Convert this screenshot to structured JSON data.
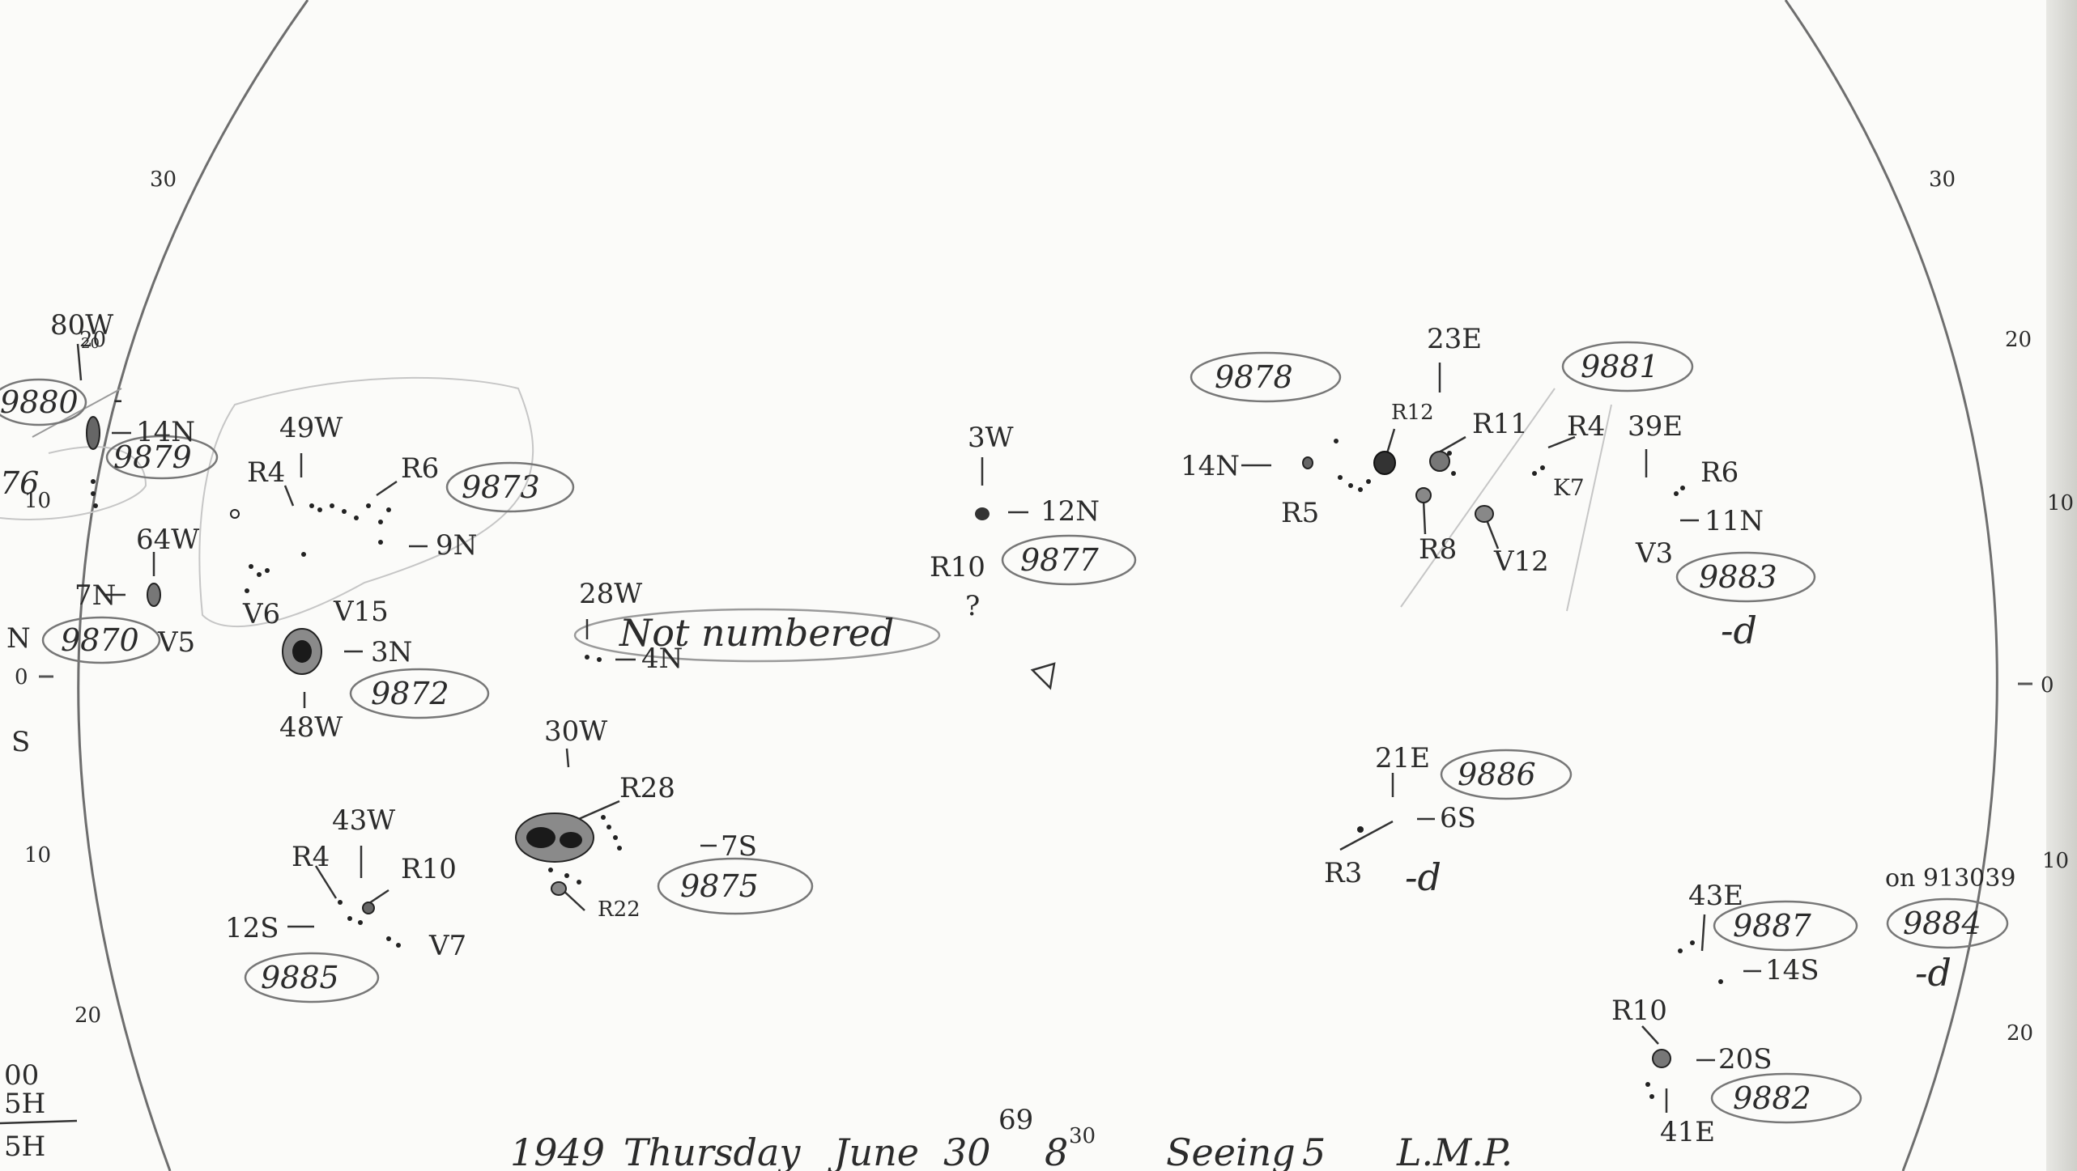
{
  "page": {
    "background": "#fbfbf9",
    "ink": "#2b2b2b",
    "pencil": "#8a8a8a"
  },
  "limb_ticks": {
    "left": [
      "30",
      "20",
      "10",
      "0",
      "10",
      "20"
    ],
    "right": [
      "30",
      "20",
      "10",
      "0",
      "10",
      "20"
    ],
    "hemisphere_left": [
      "N",
      "S"
    ]
  },
  "groups": [
    {
      "number": "9880",
      "labels": [
        "80W",
        "20",
        "-"
      ]
    },
    {
      "number": "9879",
      "labels": [
        "14N"
      ]
    },
    {
      "number": "9873",
      "labels": [
        "49W",
        "R4",
        "R6",
        "9N",
        "V6"
      ]
    },
    {
      "number": "9870",
      "labels": [
        "64W",
        "7N",
        "V5"
      ]
    },
    {
      "number": "9872",
      "labels": [
        "V15",
        "3N",
        "48W"
      ]
    },
    {
      "number": "Not numbered",
      "labels": [
        "28W",
        "4N"
      ]
    },
    {
      "number": "9877",
      "labels": [
        "3W",
        "12N",
        "R10",
        "?"
      ]
    },
    {
      "number": "9875",
      "labels": [
        "30W",
        "R28",
        "7S",
        "R22"
      ]
    },
    {
      "number": "9885",
      "labels": [
        "43W",
        "R4",
        "R10",
        "12S",
        "V7"
      ]
    },
    {
      "number": "9878",
      "labels": [
        "14N",
        "R5",
        "R12",
        "R8"
      ]
    },
    {
      "number": "9881",
      "labels": [
        "23E",
        "R11",
        "R4",
        "K7",
        "V12"
      ]
    },
    {
      "number": "9883",
      "labels": [
        "39E",
        "R6",
        "11N",
        "V3",
        "-d"
      ]
    },
    {
      "number": "9886",
      "labels": [
        "21E",
        "6S",
        "R3",
        "-d"
      ]
    },
    {
      "number": "9887",
      "labels": [
        "43E",
        "14S"
      ]
    },
    {
      "number": "9884",
      "labels": [
        "on 913039",
        "-d"
      ]
    },
    {
      "number": "9882",
      "labels": [
        "R10",
        "20S",
        "41E"
      ]
    }
  ],
  "partial_numbers": [
    "76"
  ],
  "corner_note": [
    "00",
    "5H",
    "5H"
  ],
  "footer": {
    "year": "1949",
    "weekday": "Thursday",
    "month": "June",
    "day": "30",
    "superscript": "69",
    "time": "8",
    "time_superscript": "30",
    "seeing_label": "Seeing",
    "seeing_value": "5",
    "observer": "L.M.P."
  }
}
